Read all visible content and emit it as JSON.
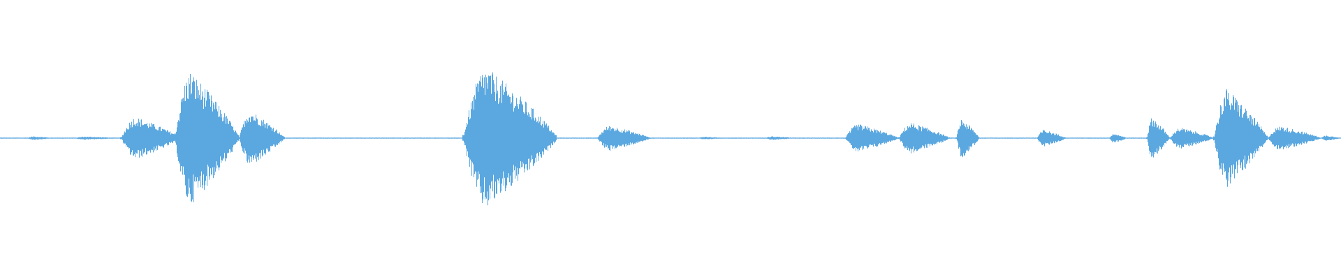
{
  "waveform": {
    "wave_color": "#5ba8e0",
    "background_color": "#ffffff",
    "segments": [
      {
        "name": "noise-blip-1",
        "start": 0.02,
        "end": 0.04,
        "peak": 0.025,
        "texture": 0.6
      },
      {
        "name": "noise-blip-2",
        "start": 0.055,
        "end": 0.09,
        "peak": 0.022,
        "texture": 0.6
      },
      {
        "name": "speech-burst-1",
        "start": 0.09,
        "end": 0.135,
        "peak": 0.3,
        "texture": 0.9
      },
      {
        "name": "speech-burst-2",
        "start": 0.13,
        "end": 0.178,
        "peak": 0.95,
        "texture": 1.0
      },
      {
        "name": "speech-burst-3",
        "start": 0.178,
        "end": 0.212,
        "peak": 0.4,
        "texture": 0.9
      },
      {
        "name": "speech-burst-4",
        "start": 0.345,
        "end": 0.415,
        "peak": 1.0,
        "texture": 1.0
      },
      {
        "name": "speech-burst-5",
        "start": 0.445,
        "end": 0.485,
        "peak": 0.18,
        "texture": 0.7
      },
      {
        "name": "noise-blip-3",
        "start": 0.52,
        "end": 0.54,
        "peak": 0.02,
        "texture": 0.5
      },
      {
        "name": "noise-blip-4",
        "start": 0.57,
        "end": 0.595,
        "peak": 0.025,
        "texture": 0.5
      },
      {
        "name": "speech-burst-6",
        "start": 0.63,
        "end": 0.67,
        "peak": 0.2,
        "texture": 0.7
      },
      {
        "name": "speech-burst-7",
        "start": 0.67,
        "end": 0.708,
        "peak": 0.22,
        "texture": 0.7
      },
      {
        "name": "speech-burst-8",
        "start": 0.713,
        "end": 0.73,
        "peak": 0.28,
        "texture": 0.7
      },
      {
        "name": "speech-burst-9",
        "start": 0.773,
        "end": 0.795,
        "peak": 0.12,
        "texture": 0.6
      },
      {
        "name": "noise-blip-5",
        "start": 0.827,
        "end": 0.84,
        "peak": 0.07,
        "texture": 0.5
      },
      {
        "name": "speech-burst-10",
        "start": 0.855,
        "end": 0.872,
        "peak": 0.3,
        "texture": 0.8
      },
      {
        "name": "speech-burst-11",
        "start": 0.872,
        "end": 0.905,
        "peak": 0.15,
        "texture": 0.7
      },
      {
        "name": "speech-burst-12",
        "start": 0.905,
        "end": 0.945,
        "peak": 0.7,
        "texture": 1.0
      },
      {
        "name": "speech-burst-13",
        "start": 0.945,
        "end": 0.985,
        "peak": 0.17,
        "texture": 0.7
      },
      {
        "name": "tail-noise",
        "start": 0.985,
        "end": 1.0,
        "peak": 0.04,
        "texture": 0.5
      }
    ],
    "baseline_amplitude": 0.008
  }
}
